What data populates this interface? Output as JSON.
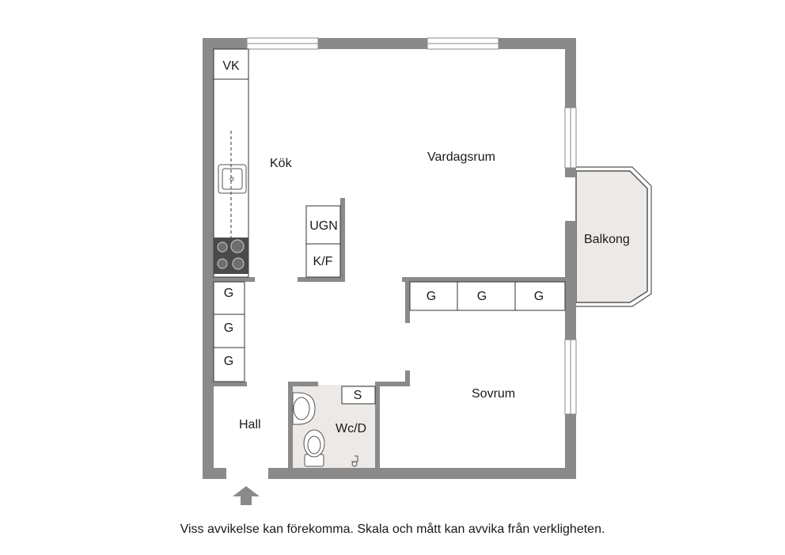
{
  "colors": {
    "wall": "#8a8a8a",
    "wet_floor": "#ece9e6",
    "balcony_floor": "#ede9e6",
    "fixture_dark": "#4a4a4a",
    "line": "#333333"
  },
  "rooms": {
    "kok": "Kök",
    "vardagsrum": "Vardagsrum",
    "balkong": "Balkong",
    "sovrum": "Sovrum",
    "hall": "Hall",
    "wc": "Wc/D"
  },
  "fixtures": {
    "vk": "VK",
    "ugn": "UGN",
    "kf": "K/F",
    "g_hall": [
      "G",
      "G",
      "G"
    ],
    "g_bedroom": [
      "G",
      "G",
      "G"
    ],
    "s": "S"
  },
  "icons": {
    "entrance": "entrance-arrow-icon",
    "sink": "sink-icon",
    "stove": "stove-icon",
    "toilet": "toilet-icon",
    "washbasin": "washbasin-icon"
  },
  "disclaimer": "Viss avvikelse kan förekomma. Skala och mått kan avvika från verkligheten."
}
